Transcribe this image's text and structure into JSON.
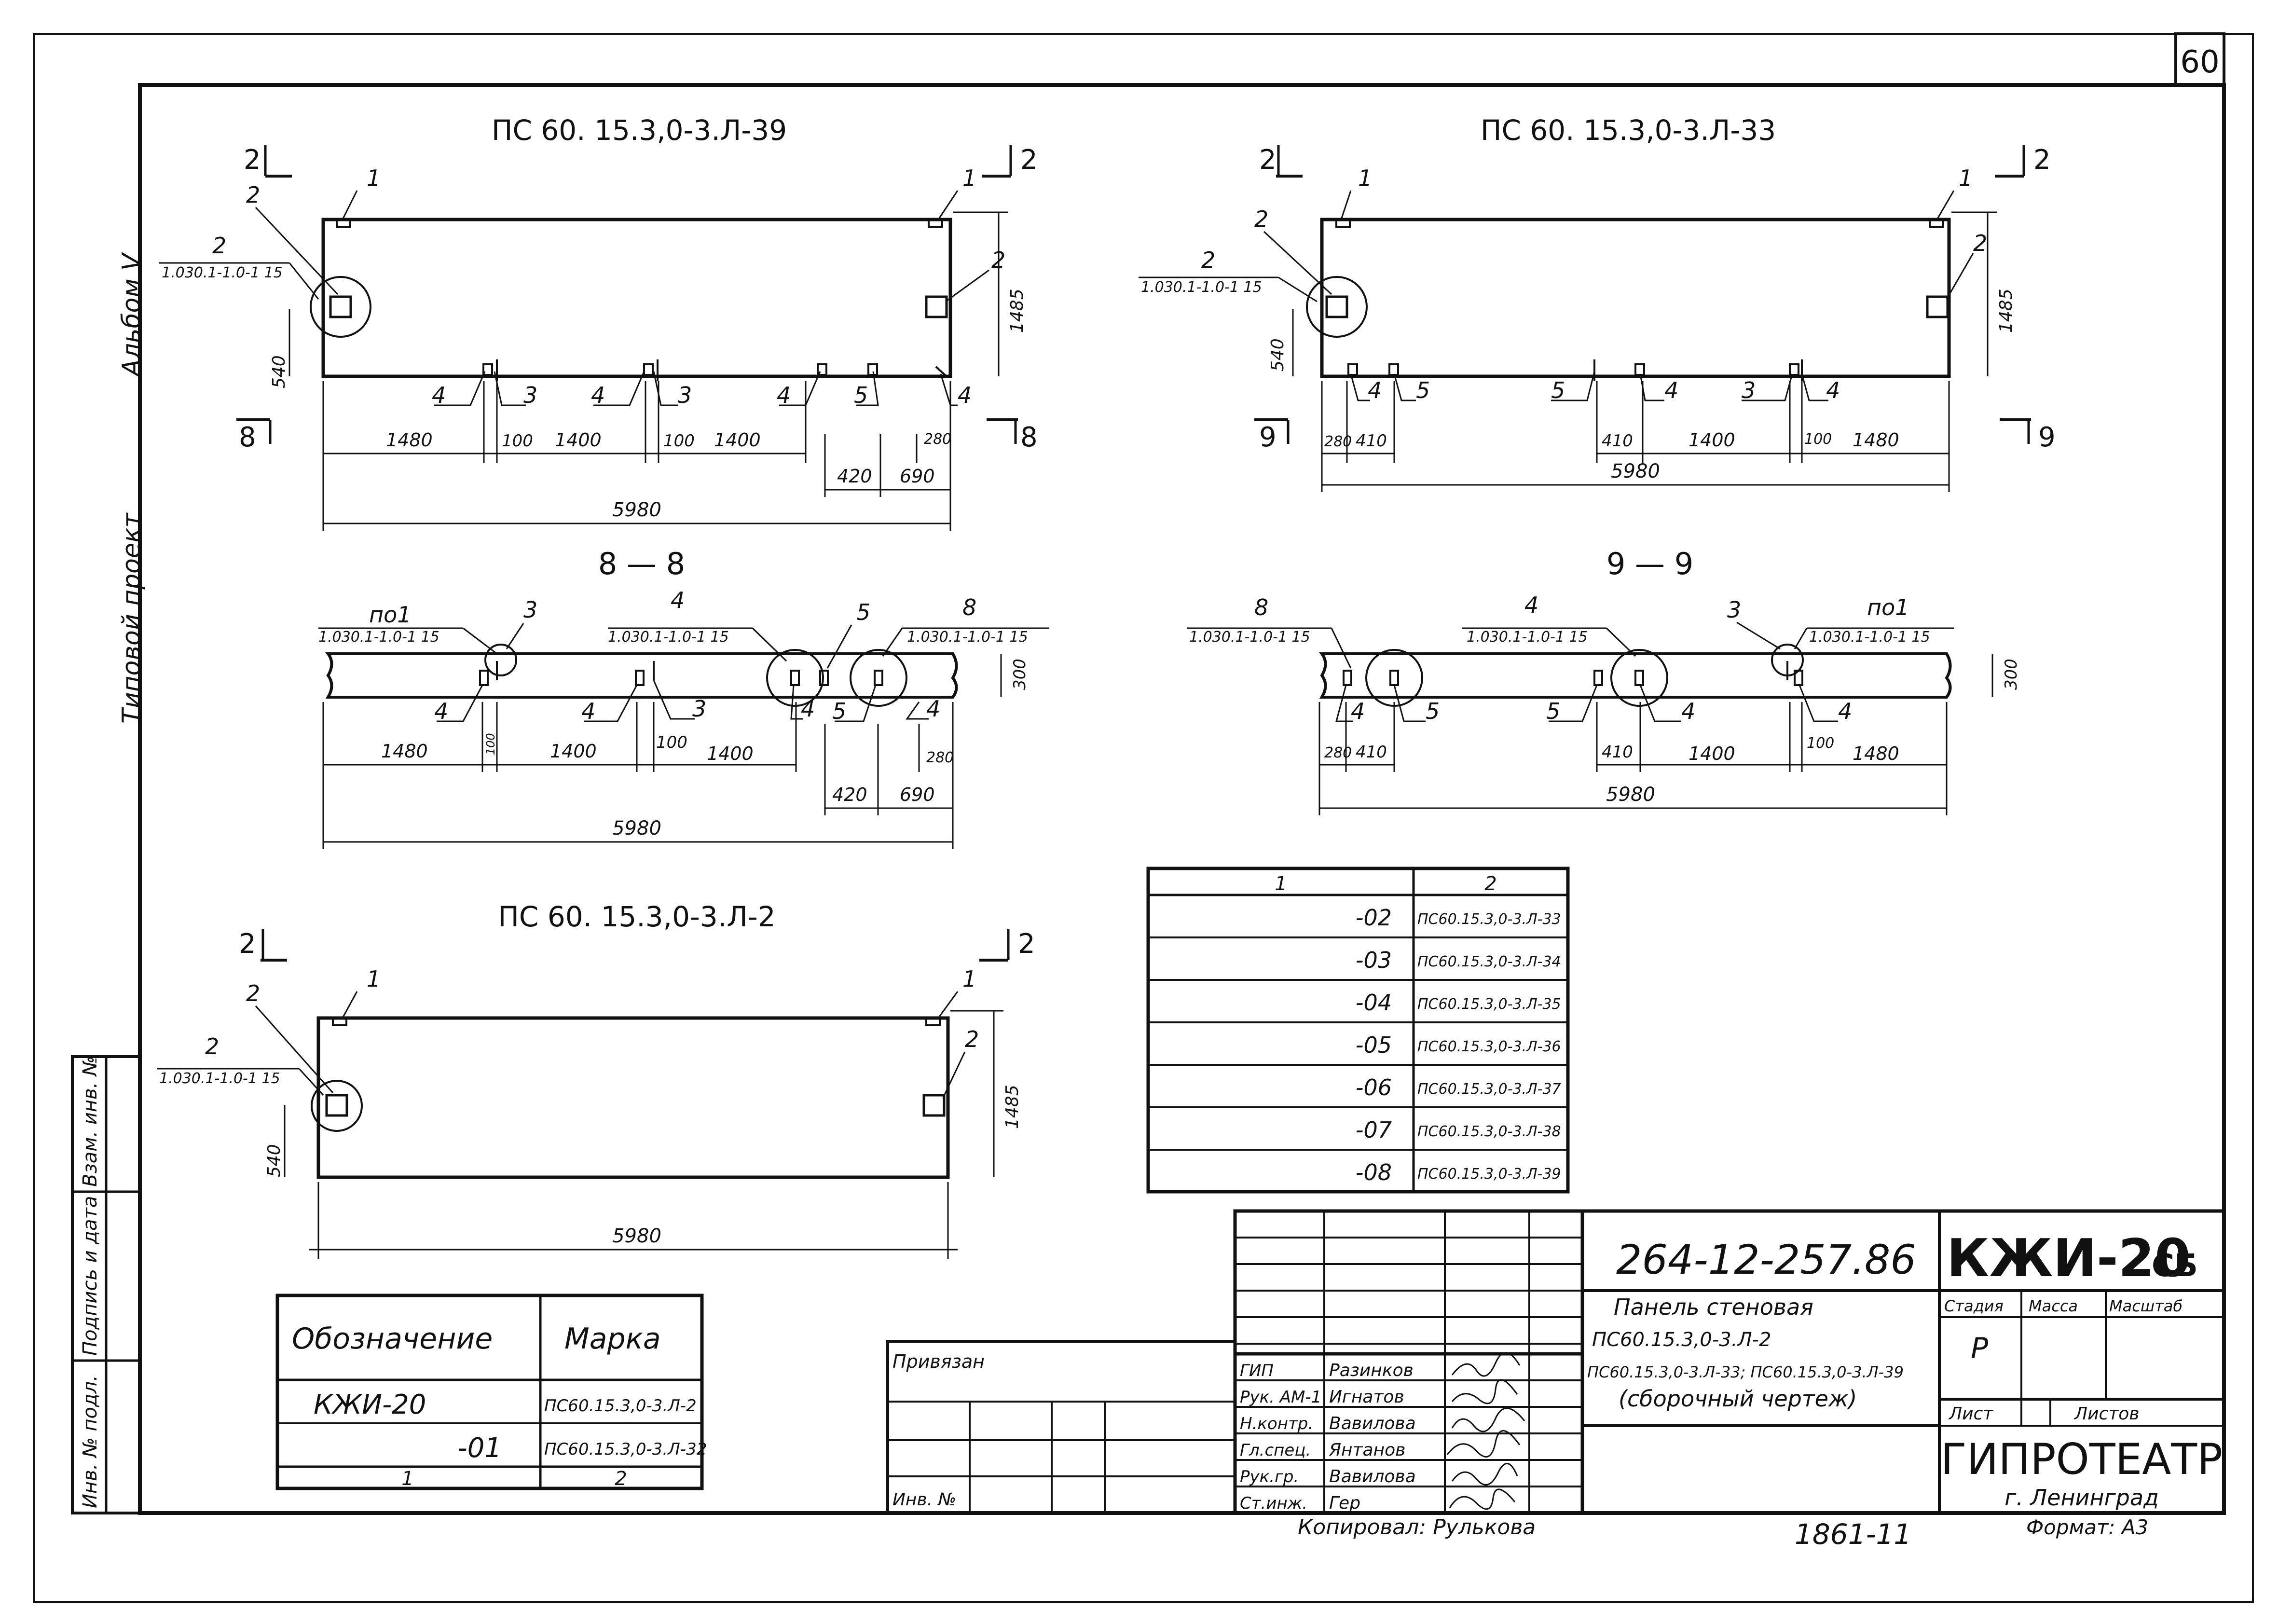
{
  "sheet": {
    "page_number": "60"
  },
  "side_stamp": {
    "album": "Альбом V",
    "project": "Типовой проект"
  },
  "side_cells": {
    "c1": "Взам. инв. №",
    "c2": "Подпись и дата",
    "c3": "Инв. № подл."
  },
  "views": {
    "v39": {
      "title": "ПС 60. 15.3,0-3.Л-39",
      "cut_top_left": "2",
      "cut_top_right": "2",
      "cut_bottom_left": "8",
      "cut_bottom_right": "8",
      "note_ref": "1.030.1-1.0-1 15",
      "callouts": [
        "1",
        "1",
        "2",
        "2",
        "2",
        "4",
        "3",
        "4",
        "3",
        "4",
        "5",
        "4"
      ],
      "dims": {
        "height": "1485",
        "offset": "540",
        "d1": "1480",
        "d2": "100",
        "d3": "1400",
        "d4": "100",
        "d5": "1400",
        "d6": "280",
        "d7": "420",
        "d8": "690",
        "total": "5980"
      }
    },
    "v33": {
      "title": "ПС 60. 15.3,0-3.Л-33",
      "cut_top_left": "2",
      "cut_top_right": "2",
      "cut_bottom_left": "9",
      "cut_bottom_right": "9",
      "note_ref": "1.030.1-1.0-1 15",
      "callouts": [
        "1",
        "1",
        "2",
        "2",
        "2",
        "4",
        "5",
        "5",
        "4",
        "3",
        "4"
      ],
      "dims": {
        "height": "1485",
        "offset": "540",
        "d1": "280",
        "d2": "410",
        "d3": "410",
        "d4": "1400",
        "d5": "100",
        "d6": "1480",
        "total": "5980"
      }
    },
    "v2": {
      "title": "ПС 60. 15.3,0-3.Л-2",
      "cut_top_left": "2",
      "cut_top_right": "2",
      "note_ref": "1.030.1-1.0-1 15",
      "callouts": [
        "1",
        "1",
        "2",
        "2",
        "2"
      ],
      "dims": {
        "height": "1485",
        "offset": "540",
        "total": "5980"
      }
    }
  },
  "sections": {
    "s8": {
      "title": "8 — 8",
      "notes": [
        "по1",
        "1.030.1-1.0-1 15",
        "4",
        "1.030.1-1.0-1 15",
        "8",
        "1.030.1-1.0-1 15"
      ],
      "callouts": [
        "3",
        "5",
        "4",
        "4",
        "3",
        "4",
        "5",
        "4"
      ],
      "dims": {
        "thickness": "300",
        "d1": "1480",
        "d2": "100",
        "d3": "1400",
        "d4": "100",
        "d5": "1400",
        "d6": "280",
        "d7": "420",
        "d8": "690",
        "total": "5980"
      }
    },
    "s9": {
      "title": "9 — 9",
      "notes": [
        "8",
        "1.030.1-1.0-1 15",
        "4",
        "1.030.1-1.0-1 15",
        "по1",
        "1.030.1-1.0-1 15"
      ],
      "callouts": [
        "3",
        "4",
        "5",
        "5",
        "4",
        "4"
      ],
      "dims": {
        "thickness": "300",
        "d1": "280",
        "d2": "410",
        "d3": "410",
        "d4": "1400",
        "d5": "100",
        "d6": "1480",
        "total": "5980"
      }
    }
  },
  "variants_table": {
    "headers": [
      "1",
      "2"
    ],
    "rows": [
      [
        "-02",
        "ПС60.15.3,0-3.Л-33"
      ],
      [
        "-03",
        "ПС60.15.3,0-3.Л-34"
      ],
      [
        "-04",
        "ПС60.15.3,0-3.Л-35"
      ],
      [
        "-05",
        "ПС60.15.3,0-3.Л-36"
      ],
      [
        "-06",
        "ПС60.15.3,0-3.Л-37"
      ],
      [
        "-07",
        "ПС60.15.3,0-3.Л-38"
      ],
      [
        "-08",
        "ПС60.15.3,0-3.Л-39"
      ]
    ]
  },
  "mark_table": {
    "headers": [
      "Обозначение",
      "Марка"
    ],
    "rows": [
      [
        "КЖИ-20",
        "ПС60.15.3,0-3.Л-2"
      ],
      [
        "-01",
        "ПС60.15.3,0-3.Л-32"
      ]
    ],
    "footer": [
      "1",
      "2"
    ]
  },
  "title_block": {
    "doc_code": "264-12-257.86",
    "mark": "КЖИ-20",
    "mark_suffix": "СБ",
    "name_lines": [
      "Панель стеновая",
      "ПС60.15.3,0-3.Л-2",
      "ПС60.15.3,0-3.Л-33; ПС60.15.3,0-3.Л-39",
      "(сборочный чертеж)"
    ],
    "stage_label": "Стадия",
    "mass_label": "Масса",
    "scale_label": "Масштаб",
    "stage_value": "Р",
    "sheet_label": "Лист",
    "sheets_label": "Листов",
    "org": "ГИПРОТЕАТР",
    "city": "г. Ленинград",
    "privyazan": "Привязан",
    "inv": "Инв. №",
    "roles": [
      "ГИП",
      "Рук. АМ-1",
      "Н.контр.",
      "Гл.спец.",
      "Рук.гр.",
      "Ст.инж."
    ],
    "names": [
      "Разинков",
      "Игнатов",
      "Вавилова",
      "Янтанов",
      "Вавилова",
      "Гер"
    ],
    "copied": "Копировал: Рулькова",
    "number": "1861-11",
    "format": "Формат: А3"
  }
}
